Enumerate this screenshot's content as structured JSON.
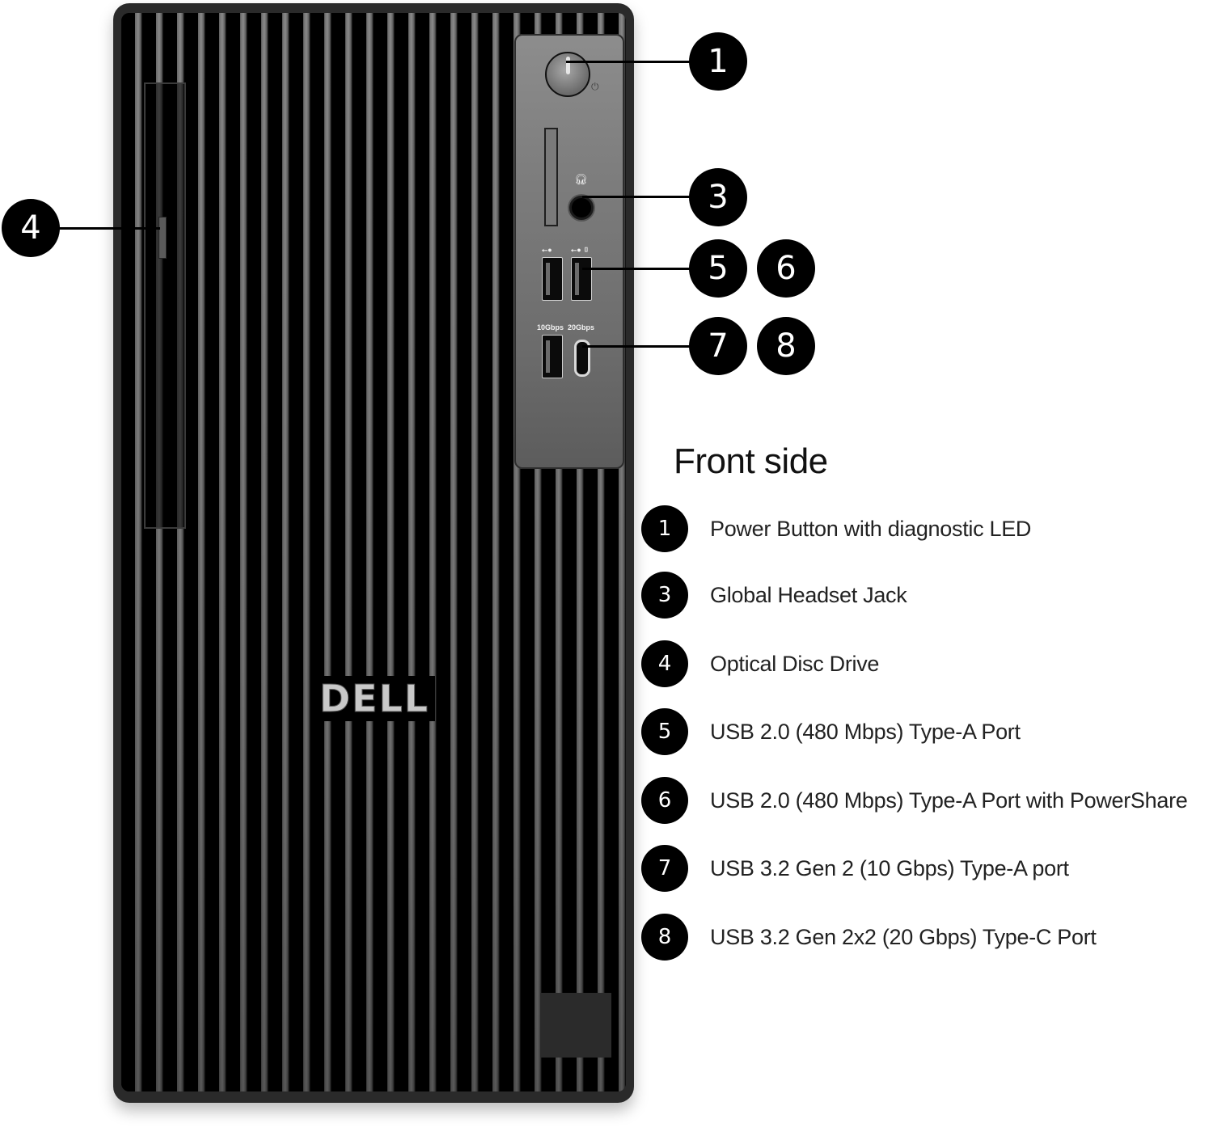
{
  "product": {
    "brand_logo": "DELL",
    "panel_labels": {
      "usb_speed_a": "10Gbps",
      "usb_speed_c": "20Gbps"
    }
  },
  "callouts": [
    {
      "number": "1"
    },
    {
      "number": "3"
    },
    {
      "number": "4"
    },
    {
      "number": "5"
    },
    {
      "number": "6"
    },
    {
      "number": "7"
    },
    {
      "number": "8"
    }
  ],
  "legend": {
    "title": "Front side",
    "items": [
      {
        "number": "1",
        "label": "Power Button with diagnostic LED"
      },
      {
        "number": "3",
        "label": "Global Headset Jack"
      },
      {
        "number": "4",
        "label": "Optical Disc Drive"
      },
      {
        "number": "5",
        "label": "USB 2.0 (480 Mbps) Type-A Port"
      },
      {
        "number": "6",
        "label": "USB 2.0 (480 Mbps) Type-A Port with PowerShare"
      },
      {
        "number": "7",
        "label": "USB 3.2 Gen 2 (10 Gbps) Type-A port"
      },
      {
        "number": "8",
        "label": "USB 3.2 Gen 2x2 (20 Gbps) Type-C Port"
      }
    ]
  },
  "icons": {
    "power": "power-icon",
    "headset": "headset-icon",
    "usb": "usb-icon",
    "powershare": "usb-powershare-icon"
  }
}
